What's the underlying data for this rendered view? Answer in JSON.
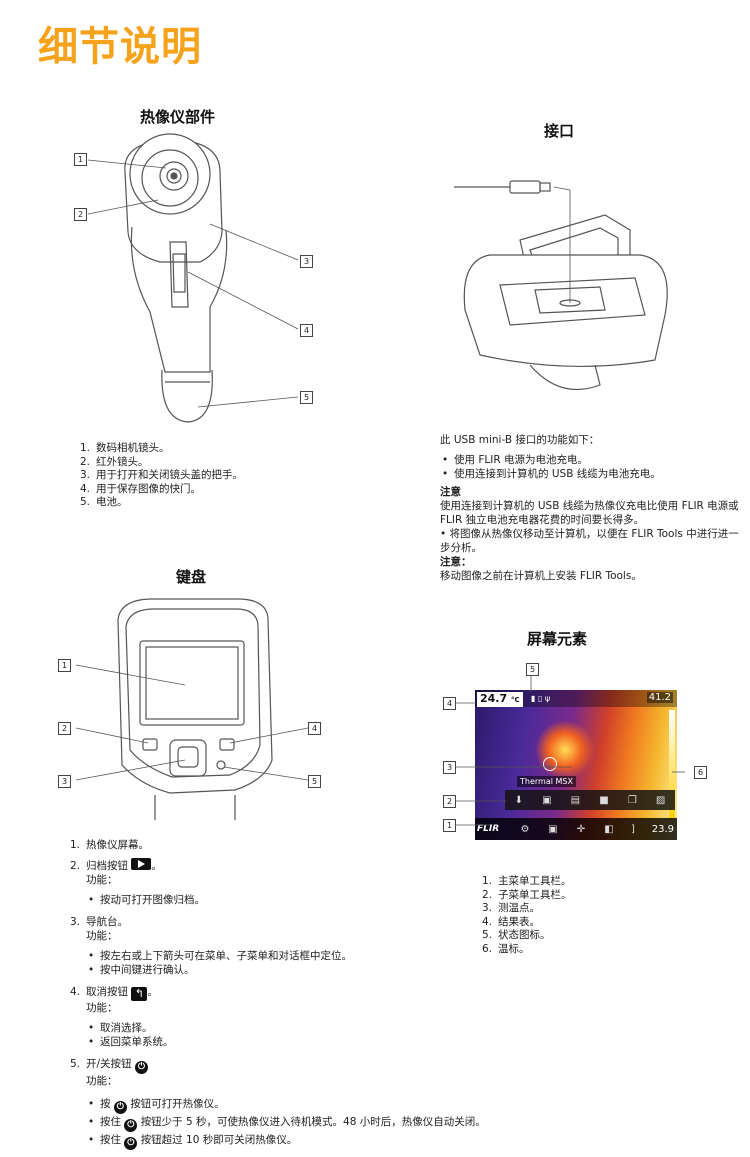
{
  "page_title": "细节说明",
  "parts": {
    "title": "热像仪部件",
    "callouts": [
      "1",
      "2",
      "3",
      "4",
      "5"
    ],
    "items": [
      {
        "num": "1.",
        "text": "数码相机镜头。"
      },
      {
        "num": "2.",
        "text": "红外镜头。"
      },
      {
        "num": "3.",
        "text": "用于打开和关闭镜头盖的把手。"
      },
      {
        "num": "4.",
        "text": "用于保存图像的快门。"
      },
      {
        "num": "5.",
        "text": "电池。"
      }
    ]
  },
  "interface": {
    "title": "接口",
    "intro": "此 USB mini-B 接口的功能如下：",
    "bullets": [
      "使用 FLIR 电源为电池充电。",
      "使用连接到计算机的 USB 线缆为电池充电。"
    ],
    "note1_label": "注意",
    "note1_text": "使用连接到计算机的 USB 线缆为热像仪充电比使用 FLIR 电源或 FLIR 独立电池充电器花费的时间要长得多。",
    "bullet3": "• 将图像从热像仪移动至计算机，以便在 FLIR Tools 中进行进一步分析。",
    "note2_label": "注意：",
    "note2_text": "移动图像之前在计算机上安装 FLIR Tools。"
  },
  "keypad": {
    "title": "键盘",
    "callouts": [
      "1",
      "2",
      "3",
      "4",
      "5"
    ],
    "items": [
      {
        "num": "1.",
        "text": "热像仪屏幕。"
      },
      {
        "num": "2.",
        "text": "归档按钮",
        "suffix": "。",
        "func": "功能：",
        "bullets": [
          "按动可打开图像归档。"
        ]
      },
      {
        "num": "3.",
        "text": "导航台。",
        "func": "功能：",
        "bullets": [
          "按左右或上下箭头可在菜单、子菜单和对话框中定位。",
          "按中间键进行确认。"
        ]
      },
      {
        "num": "4.",
        "text": "取消按钮",
        "suffix": "。",
        "func": "功能：",
        "bullets": [
          "取消选择。",
          "返回菜单系统。"
        ]
      },
      {
        "num": "5.",
        "text": "开/关按钮",
        "func": "功能："
      }
    ],
    "power_bullets": [
      {
        "pre": "按",
        "post": "按钮可打开热像仪。"
      },
      {
        "pre": "按住",
        "post": "按钮少于 5 秒，可使热像仪进入待机模式。48 小时后，热像仪自动关闭。"
      },
      {
        "pre": "按住",
        "post": "按钮超过 10 秒即可关闭热像仪。"
      }
    ]
  },
  "screen": {
    "title": "屏幕元素",
    "temp_value": "24.7",
    "temp_unit": "°C",
    "scale_max": "41.2",
    "scale_min": "23.9",
    "mode_label": "Thermal MSX",
    "logo": "FLIR",
    "callouts": [
      "1",
      "2",
      "3",
      "4",
      "5",
      "6"
    ],
    "items": [
      {
        "num": "1.",
        "text": "主菜单工具栏。"
      },
      {
        "num": "2.",
        "text": "子菜单工具栏。"
      },
      {
        "num": "3.",
        "text": "测温点。"
      },
      {
        "num": "4.",
        "text": "结果表。"
      },
      {
        "num": "5.",
        "text": "状态图标。"
      },
      {
        "num": "6.",
        "text": "温标。"
      }
    ]
  },
  "colors": {
    "title_orange": "#f6a21b",
    "scale_top": "#ffffff",
    "scale_bottom": "#ffd000"
  }
}
